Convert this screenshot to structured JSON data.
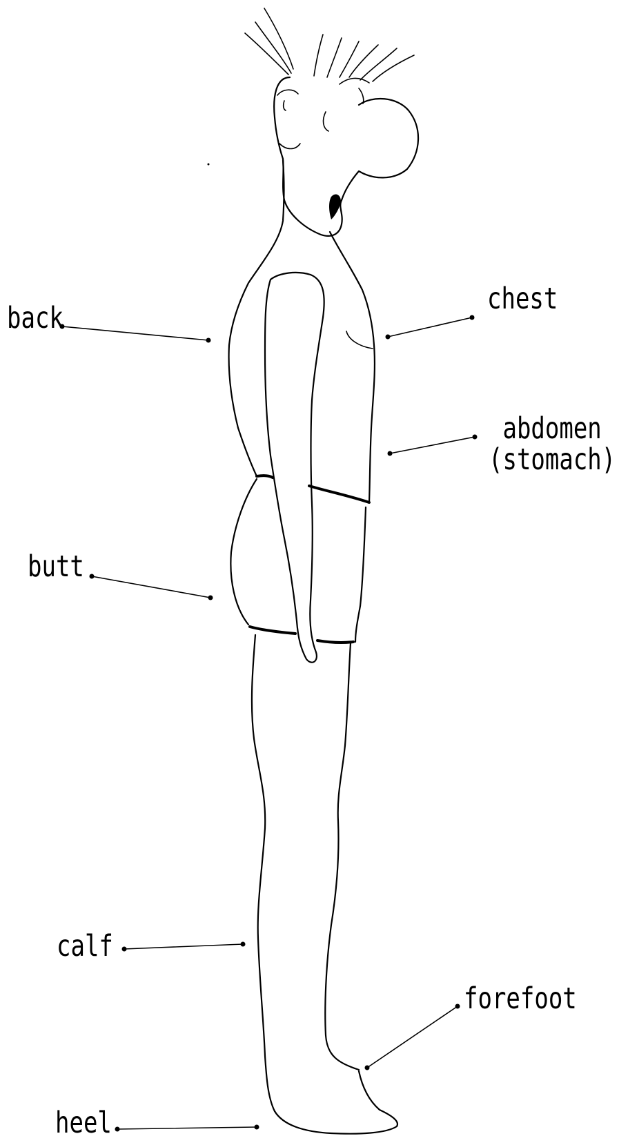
{
  "diagram": {
    "labels": {
      "back": "back",
      "chest": "chest",
      "abdomen": "abdomen",
      "abdomen_note": "(stomach)",
      "butt": "butt",
      "calf": "calf",
      "forefoot": "forefoot",
      "heel": "heel"
    }
  },
  "colors": {
    "ink": "#000000",
    "background": "#ffffff"
  }
}
